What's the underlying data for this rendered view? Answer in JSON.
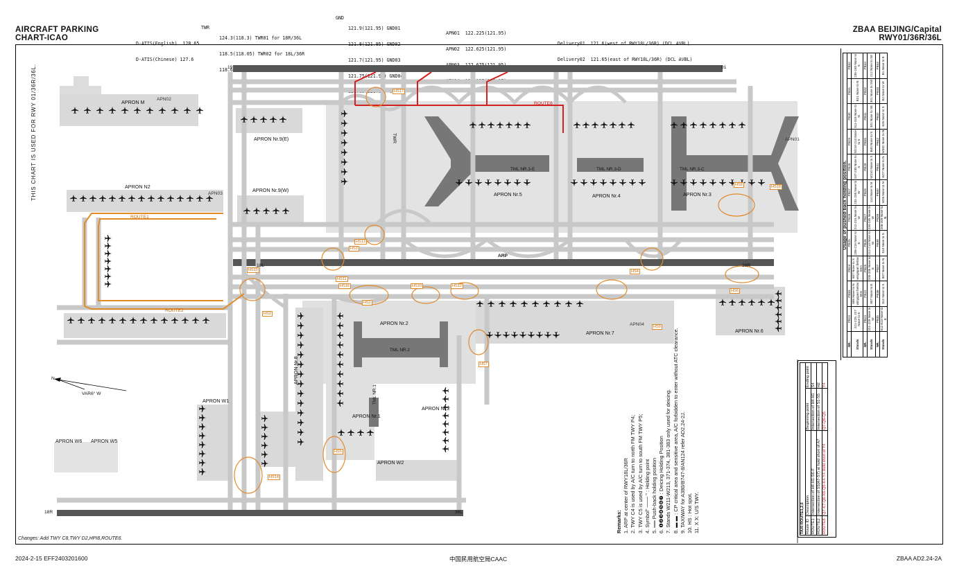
{
  "header": {
    "title_line1": "AIRCRAFT PARKING",
    "title_line2": "CHART-ICAO",
    "airport": "ZBAA BEIJING/Capital",
    "runways": "RWY01/36R/36L"
  },
  "frequencies": {
    "twr_label": "TWR",
    "twr": [
      "124.3(118.3) TWR01 for 18R/36L",
      "118.5(118.05) TWR02 for 18L/36R",
      "118.6(118.3) TWR03 for 01/19"
    ],
    "datis": [
      "D-ATIS(English)  128.65",
      "D-ATIS(Chinese) 127.6"
    ],
    "gnd_label": "GND",
    "gnd": [
      "121.9(121.95) GND01",
      "121.8(121.95) GND02",
      "121.7(121.95) GND03",
      "121.75(121.95) GND04",
      "121.85(121.95) GND05"
    ],
    "apn": [
      "APN01  122.225(121.95)",
      "APN02  122.625(121.95)",
      "APN03  122.675(121.95)",
      "APN04  122.125(121.95)"
    ],
    "delivery": [
      "Delivery01  121.6(west of RWY18L/36R) (DCL AVBL)",
      "Delivery02  121.65(east of RWY18L/36R) (DCL AVBL)"
    ]
  },
  "side_note": "THIS CHART IS USED FOR RWY 01/36R/36L.",
  "labels": {
    "arp": "ARP",
    "var": "VAR6° W",
    "north": "N",
    "twr": "TWR",
    "rwy_18r": "18R",
    "rwy_36l": "36L",
    "rwy_18l": "18L",
    "rwy_36r": "36R",
    "rwy_01": "01",
    "rwy_19": "19"
  },
  "aprons": {
    "m": "APRON M",
    "n2": "APRON N2",
    "n9e": "APRON Nr.9(E)",
    "n9w": "APRON Nr.9(W)",
    "n5": "APRON Nr.5",
    "n4": "APRON Nr.4",
    "n3": "APRON Nr.3",
    "n7": "APRON Nr.7",
    "n6": "APRON Nr.6",
    "n8": "APRON Nr.8",
    "n1": "APRON Nr.1",
    "n2b": "APRON Nr.2",
    "n2c": "APRON Nr.2",
    "w1": "APRON W1",
    "w2": "APRON W2",
    "w6": "APRON W6",
    "w5": "APRON W5"
  },
  "terminals": {
    "t3e": "TML NR.3-E",
    "t3d": "TML NR.3-D",
    "t3c": "TML NR.3-C",
    "t2": "TML NR.2",
    "t1": "TML NR.1"
  },
  "apn_zones": [
    "APN02",
    "APN03",
    "APN04",
    "APN01"
  ],
  "routes": [
    "ROUTE1",
    "ROUTE2",
    "ROUTE6"
  ],
  "hotspots": [
    "HS1",
    "HS2",
    "HS3",
    "HS4",
    "HS5",
    "HS6",
    "HS7",
    "HS8",
    "HS9",
    "HS10",
    "HS11",
    "HS12",
    "HS13",
    "HS14",
    "HS15",
    "HS16",
    "HS17",
    "HS18"
  ],
  "remarks": {
    "title": "Remarks:",
    "items": [
      "1. ARP at center of RWY18L/36R",
      "2. TWY C4 is used by A/C turn to north FM TWY P4;",
      "3. TWY C5 is used by A/C turn to south FM TWY P5;",
      "4. Symbol\" ─── \" : Holding point",
      "5. ══ Push-back holding position",
      "6. ❶❷❸❹❺❻❼ : Deicing Holding Position",
      "7. Stands W211-W213, 371-374, 381-383 only used for deicing.",
      "8. ▬ ▬ : CP critical area and sensitive area, A/C forbidden to enter without ATC clearance.",
      "9. TAXIWAY for A380/B747-8/AN124 refer AD2.24-2J.",
      "10. HS : Hot spot.",
      "11. X X: U/S TWY."
    ]
  },
  "taxi_route_table": {
    "title": "TAXI ROUTE1,2,6",
    "headers": [
      "Route ID",
      "Description",
      "Beginning point",
      "Ending point"
    ],
    "rows": [
      [
        "ROUTE1",
        "Intersection of H4-H1-S6-F",
        "Intersection of H4-H1",
        "S4"
      ],
      [
        "ROUTE2",
        "Intersection of S5(A7-S7) at hold short of A7",
        "Intersection of S1-S5",
        "H2"
      ],
      [
        "ROUTE6",
        "Q7-K7-Q6-K6-Q5-K4-Y4 Hold short of Y4",
        "Q7-Q6-Q5",
        "Y4"
      ]
    ]
  },
  "pushback_table": {
    "title": "Usage of pushed-back holding position.",
    "row_labels": [
      "NR.",
      "Stands",
      "NR.",
      "Stands",
      "NR.",
      "Stands"
    ],
    "cols": [
      [
        "PB23",
        "221-229, 227 Nose to E",
        "PB24",
        "221-229 Nose to W",
        "PB35",
        "811-813 Nose to E"
      ],
      [
        "PB83",
        "808 Nose to N wingspan below 65m",
        "PB22",
        "807 Nose to E",
        "PB36",
        "812 Nose to S"
      ],
      [
        "PB24",
        "807 Nose to S wingspan below 65m",
        "PB25",
        "205-206 Nose to E",
        "PB37",
        "807 Nose to N"
      ],
      [
        "PB25",
        "206-215 Nose to E",
        "PB26",
        "212-213 Nose to W",
        "PB38",
        "810 Nose to S"
      ],
      [
        "PB26",
        "212-215 Nose to W",
        "PB27",
        "234-235 Nose to W",
        "PB39",
        "208-209 Nose to N"
      ],
      [
        "PB27",
        "231-235 Nose to W",
        "PB28",
        "114 Nose to N",
        "PB40",
        "W28 Nose to N"
      ],
      [
        "PB28",
        "237-238 Nose to S",
        "PB29",
        "W210 Nose to S",
        "PB41",
        "W27 Nose to N"
      ],
      [
        "PB29",
        "W210-213 Nose to S",
        "PB30",
        "B40 Nose to S",
        "PB42",
        "W302 Nose to N"
      ],
      [
        "PB30",
        "311-318 Nose to N",
        "PB31",
        "301 Nose to SE",
        "PB32",
        "626 Nose to S"
      ],
      [
        "PB31",
        "B21 Nose to N",
        "PB32",
        "301 Nose to SW",
        "PB33",
        "B2 Nose to W"
      ],
      [
        "PB32",
        "235-240 Nose to S",
        "PB33",
        "212 Nose to SE",
        "PB34",
        "B1 Nose to E"
      ]
    ]
  },
  "footer": {
    "date": "2024-2-15  EFF2403201600",
    "authority": "中国民用航空局CAAC",
    "page": "ZBAA AD2.24-2A",
    "changes": "Changes: Add TWY C8,TWY D2,HPI8,ROUTE6."
  }
}
